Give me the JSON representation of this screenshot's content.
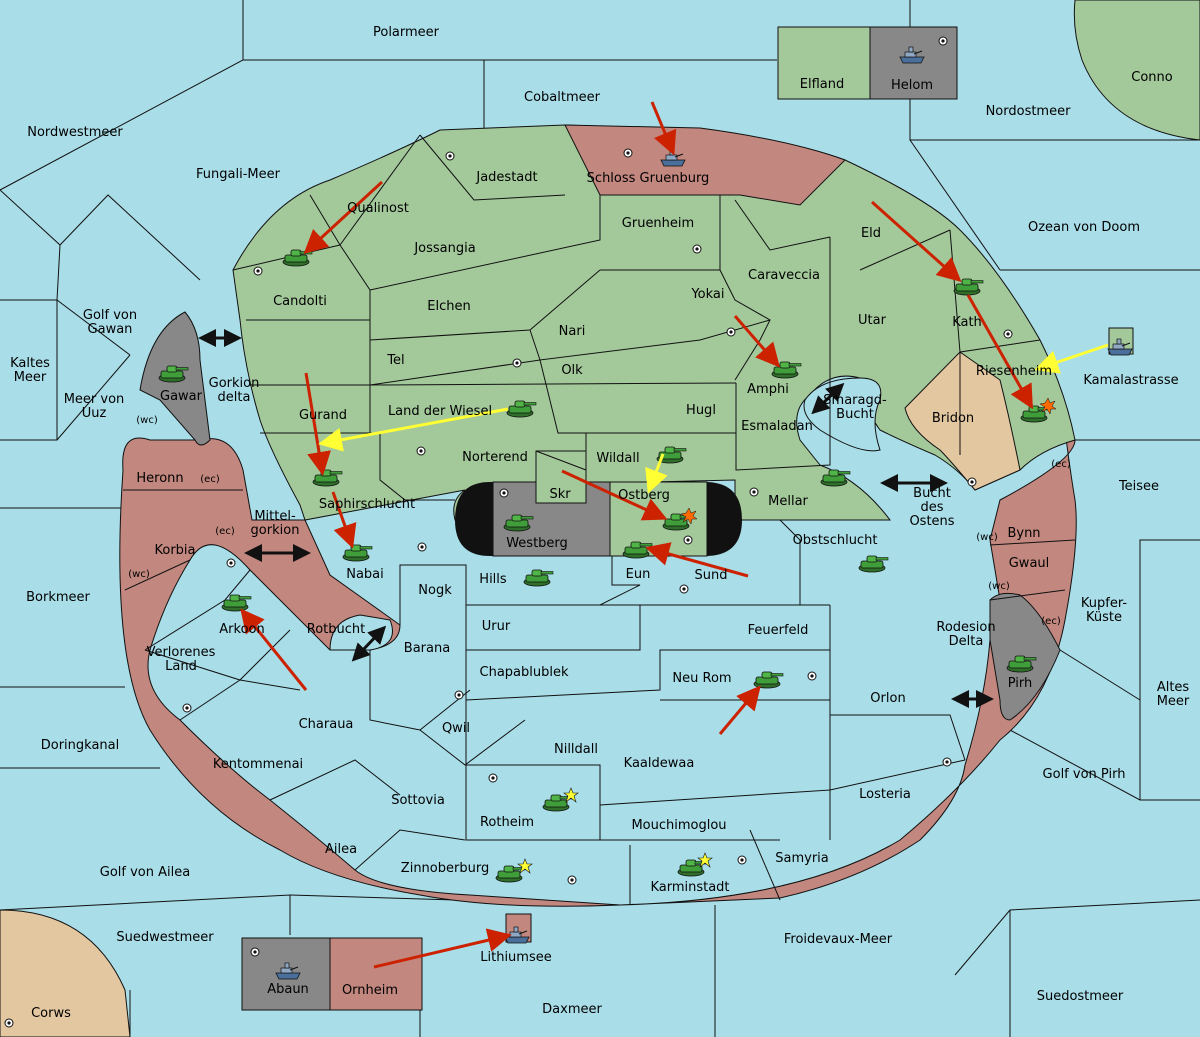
{
  "colors": {
    "sea": "#a9dde8",
    "land_green": "#a3c89a",
    "land_red": "#c2877e",
    "land_gray": "#888888",
    "land_tan": "#e2c7a0",
    "order_red": "#cc2200",
    "order_yellow": "#ffff33",
    "unit_army": "#3f9e3a",
    "unit_fleet": "#4a6f9a"
  },
  "sea_labels": [
    {
      "id": "polarmeer",
      "name": "Polarmeer"
    },
    {
      "id": "cobaltmeer",
      "name": "Cobaltmeer"
    },
    {
      "id": "nordwestmeer",
      "name": "Nordwestmeer"
    },
    {
      "id": "fungali",
      "name": "Fungali-Meer"
    },
    {
      "id": "nordostmeer",
      "name": "Nordostmeer"
    },
    {
      "id": "ozean",
      "name": "Ozean von Doom"
    },
    {
      "id": "golf-gawan",
      "name": "Golf von Gawan"
    },
    {
      "id": "kaltes",
      "name": "Kaltes Meer"
    },
    {
      "id": "meer-uuz",
      "name": "Meer von Uuz"
    },
    {
      "id": "gorkion-delta",
      "name": "Gorkion delta"
    },
    {
      "id": "mittelgorkion",
      "name": "Mittel- gorkion"
    },
    {
      "id": "borkmeer",
      "name": "Borkmeer"
    },
    {
      "id": "rotbucht",
      "name": "Rotbucht"
    },
    {
      "id": "doringkanal",
      "name": "Doringkanal"
    },
    {
      "id": "golf-ailea",
      "name": "Golf von Ailea"
    },
    {
      "id": "suedwestmeer",
      "name": "Suedwestmeer"
    },
    {
      "id": "daxmeer",
      "name": "Daxmeer"
    },
    {
      "id": "lithiumsee",
      "name": "Lithiumsee"
    },
    {
      "id": "froidevaux",
      "name": "Froidevaux-Meer"
    },
    {
      "id": "suedostmeer",
      "name": "Suedostmeer"
    },
    {
      "id": "golf-pirh",
      "name": "Golf von Pirh"
    },
    {
      "id": "altes-meer",
      "name": "Altes Meer"
    },
    {
      "id": "kupfer",
      "name": "Kupfer- Küste"
    },
    {
      "id": "teisee",
      "name": "Teisee"
    },
    {
      "id": "rodesion",
      "name": "Rodesion Delta"
    },
    {
      "id": "bucht-ostens",
      "name": "Bucht des Ostens"
    },
    {
      "id": "smaragd",
      "name": "Smaragd- Bucht"
    },
    {
      "id": "kamalastrasse",
      "name": "Kamalastrasse"
    }
  ],
  "land_labels": [
    {
      "id": "elfland",
      "name": "Elfland"
    },
    {
      "id": "helom",
      "name": "Helom"
    },
    {
      "id": "conno",
      "name": "Conno"
    },
    {
      "id": "jadestadt",
      "name": "Jadestadt"
    },
    {
      "id": "schloss",
      "name": "Schloss Gruenburg"
    },
    {
      "id": "qualinost",
      "name": "Qualinost"
    },
    {
      "id": "gruenheim",
      "name": "Gruenheim"
    },
    {
      "id": "eld",
      "name": "Eld"
    },
    {
      "id": "jossangia",
      "name": "Jossangia"
    },
    {
      "id": "candolti",
      "name": "Candolti"
    },
    {
      "id": "caraveccia",
      "name": "Caraveccia"
    },
    {
      "id": "elchen",
      "name": "Elchen"
    },
    {
      "id": "yokai",
      "name": "Yokai"
    },
    {
      "id": "utar",
      "name": "Utar"
    },
    {
      "id": "nari",
      "name": "Nari"
    },
    {
      "id": "kath",
      "name": "Kath"
    },
    {
      "id": "tel",
      "name": "Tel"
    },
    {
      "id": "olk",
      "name": "Olk"
    },
    {
      "id": "amphi",
      "name": "Amphi"
    },
    {
      "id": "riesenheim",
      "name": "Riesenheim"
    },
    {
      "id": "gawar",
      "name": "Gawar"
    },
    {
      "id": "gurand",
      "name": "Gurand"
    },
    {
      "id": "wiesel",
      "name": "Land der Wiesel"
    },
    {
      "id": "hugl",
      "name": "Hugl"
    },
    {
      "id": "bridon",
      "name": "Bridon"
    },
    {
      "id": "esmaladan",
      "name": "Esmaladan"
    },
    {
      "id": "norterend",
      "name": "Norterend"
    },
    {
      "id": "wildall",
      "name": "Wildall"
    },
    {
      "id": "heronn",
      "name": "Heronn"
    },
    {
      "id": "skr",
      "name": "Skr"
    },
    {
      "id": "ostberg",
      "name": "Ostberg"
    },
    {
      "id": "mellar",
      "name": "Mellar"
    },
    {
      "id": "saphir",
      "name": "Saphirschlucht"
    },
    {
      "id": "westberg",
      "name": "Westberg"
    },
    {
      "id": "obstschlucht",
      "name": "Obstschlucht"
    },
    {
      "id": "bynn",
      "name": "Bynn"
    },
    {
      "id": "korbia",
      "name": "Korbia"
    },
    {
      "id": "nabai",
      "name": "Nabai"
    },
    {
      "id": "eun",
      "name": "Eun"
    },
    {
      "id": "sund",
      "name": "Sund"
    },
    {
      "id": "gwaul",
      "name": "Gwaul"
    },
    {
      "id": "hills",
      "name": "Hills"
    },
    {
      "id": "nogk",
      "name": "Nogk"
    },
    {
      "id": "arkoon",
      "name": "Arkoon"
    },
    {
      "id": "urur",
      "name": "Urur"
    },
    {
      "id": "feuerfeld",
      "name": "Feuerfeld"
    },
    {
      "id": "barana",
      "name": "Barana"
    },
    {
      "id": "verlorenes",
      "name": "Verlorenes Land"
    },
    {
      "id": "chapablublek",
      "name": "Chapablublek"
    },
    {
      "id": "neurom",
      "name": "Neu Rom"
    },
    {
      "id": "pirh",
      "name": "Pirh"
    },
    {
      "id": "orlon",
      "name": "Orlon"
    },
    {
      "id": "charaua",
      "name": "Charaua"
    },
    {
      "id": "qwil",
      "name": "Qwil"
    },
    {
      "id": "nilldall",
      "name": "Nilldall"
    },
    {
      "id": "kentommenai",
      "name": "Kentommenai"
    },
    {
      "id": "kaaldewaa",
      "name": "Kaaldewaa"
    },
    {
      "id": "sottovia",
      "name": "Sottovia"
    },
    {
      "id": "losteria",
      "name": "Losteria"
    },
    {
      "id": "rotheim",
      "name": "Rotheim"
    },
    {
      "id": "mouchimoglou",
      "name": "Mouchimoglou"
    },
    {
      "id": "ailea",
      "name": "Ailea"
    },
    {
      "id": "samyria",
      "name": "Samyria"
    },
    {
      "id": "zinnoberburg",
      "name": "Zinnoberburg"
    },
    {
      "id": "karminstadt",
      "name": "Karminstadt"
    },
    {
      "id": "abaun",
      "name": "Abaun"
    },
    {
      "id": "ornheim",
      "name": "Ornheim"
    },
    {
      "id": "corws",
      "name": "Corws"
    }
  ],
  "coast_labels": [
    {
      "id": "wc1",
      "text": "(wc)"
    },
    {
      "id": "ec1",
      "text": "(ec)"
    },
    {
      "id": "ec2",
      "text": "(ec)"
    },
    {
      "id": "wc2",
      "text": "(wc)"
    },
    {
      "id": "ec3",
      "text": "(ec)"
    },
    {
      "id": "wc3",
      "text": "(wc)"
    },
    {
      "id": "wc4",
      "text": "(wc)"
    },
    {
      "id": "ec4",
      "text": "(ec)"
    }
  ]
}
